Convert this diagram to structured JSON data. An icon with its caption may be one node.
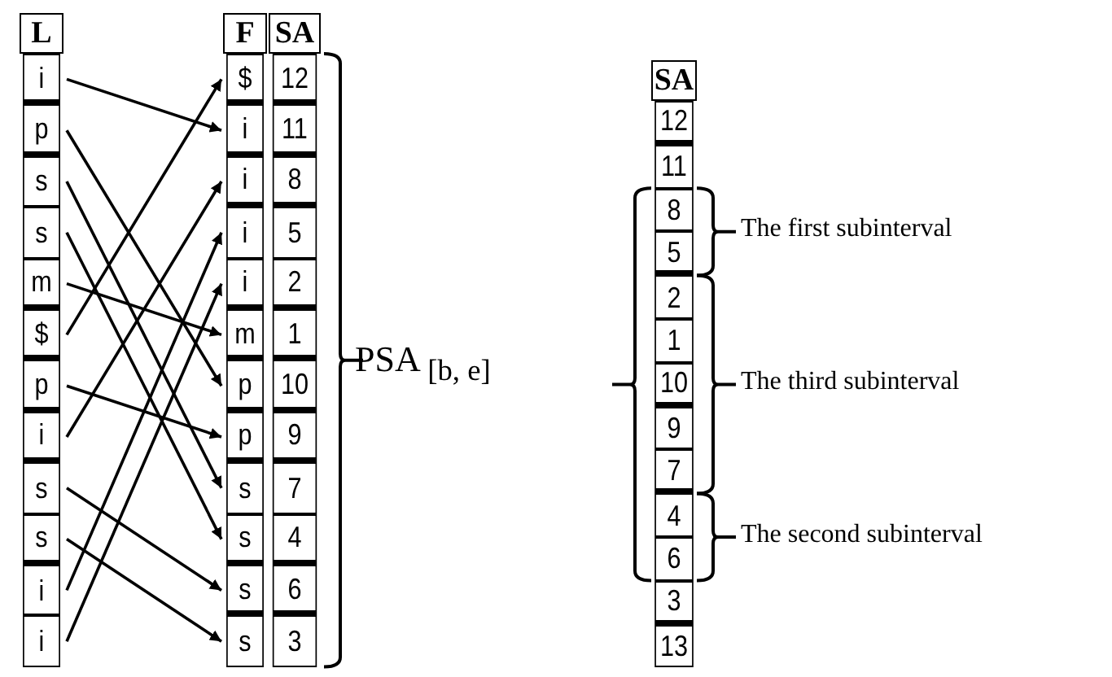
{
  "diagram": {
    "nodes": [
      {
        "text": [
          "i"
        ]
      },
      {
        "text": [
          "p"
        ]
      },
      {
        "text": [
          "s"
        ]
      },
      {
        "text": [
          "s"
        ]
      },
      {
        "text": [
          "m"
        ]
      },
      {
        "text": [
          "$"
        ]
      },
      {
        "text": [
          "p"
        ]
      },
      {
        "text": [
          "i"
        ]
      },
      {
        "text": [
          "s"
        ]
      },
      {
        "text": [
          "s"
        ]
      },
      {
        "text": [
          "i"
        ]
      },
      {
        "text": [
          "i"
        ]
      },
      {
        "text": [
          "$"
        ]
      },
      {
        "text": [
          "i"
        ]
      },
      {
        "text": [
          "i"
        ]
      },
      {
        "text": [
          "i"
        ]
      },
      {
        "text": [
          "i"
        ]
      },
      {
        "text": [
          "m"
        ]
      },
      {
        "text": [
          "p"
        ]
      },
      {
        "text": [
          "p"
        ]
      },
      {
        "text": [
          "s"
        ]
      },
      {
        "text": [
          "s"
        ]
      },
      {
        "text": [
          "s"
        ]
      },
      {
        "text": [
          "s"
        ]
      }
    ],
    "edges": [
      {
        "from": 0,
        "to": 13,
        "arrow": "to"
      },
      {
        "from": 1,
        "to": 18,
        "arrow": "to"
      },
      {
        "from": 2,
        "to": 20,
        "arrow": "to"
      },
      {
        "from": 3,
        "to": 21,
        "arrow": "to"
      },
      {
        "from": 4,
        "to": 17,
        "arrow": "to"
      },
      {
        "from": 5,
        "to": 12,
        "arrow": "to"
      },
      {
        "from": 6,
        "to": 19,
        "arrow": "to"
      },
      {
        "from": 7,
        "to": 14,
        "arrow": "to"
      },
      {
        "from": 8,
        "to": 22,
        "arrow": "to"
      },
      {
        "from": 9,
        "to": 23,
        "arrow": "to"
      },
      {
        "from": 10,
        "to": 15,
        "arrow": "to"
      },
      {
        "from": 11,
        "to": 16,
        "arrow": "to"
      }
    ],
    "labels": [
      "L",
      "F",
      "SA",
      "12",
      "11",
      "8",
      "5",
      "2",
      "1",
      "10",
      "9",
      "7",
      "4",
      "6",
      "3",
      "PSA $_{[b, e]}$",
      "SA",
      "12",
      "11",
      "8",
      "5",
      "2",
      "1",
      "10",
      "9",
      "7",
      "4",
      "6",
      "3",
      "13",
      "The first subinterval",
      "The third subinterval",
      "The second subinterval"
    ]
  }
}
